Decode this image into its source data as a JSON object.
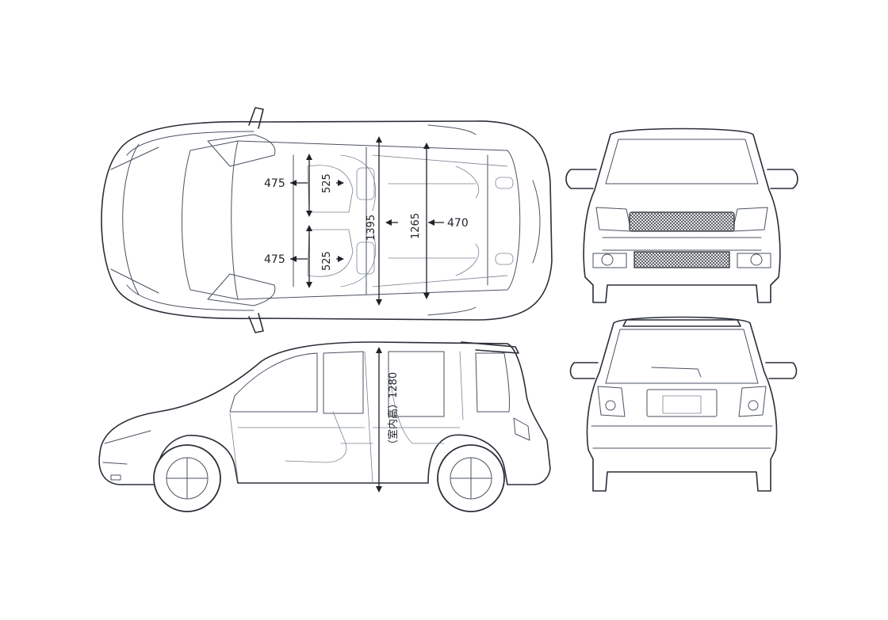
{
  "diagram": {
    "views": [
      "top-view",
      "side-view",
      "front-view",
      "rear-view"
    ],
    "dimensions": {
      "front_shoulder_left": "475",
      "front_seat_width": "525",
      "rear_shoulder_left": "475",
      "rear_seat_width": "525",
      "interior_length": "1395",
      "roof_length": "1265",
      "rear_width": "470",
      "interior_height": "（室内高）1280"
    }
  }
}
